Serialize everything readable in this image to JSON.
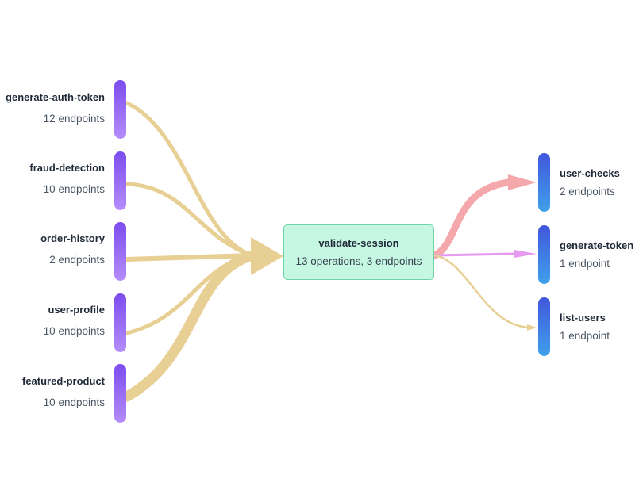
{
  "sources": [
    {
      "name": "generate-auth-token",
      "detail": "12 endpoints"
    },
    {
      "name": "fraud-detection",
      "detail": "10 endpoints"
    },
    {
      "name": "order-history",
      "detail": "2 endpoints"
    },
    {
      "name": "user-profile",
      "detail": "10 endpoints"
    },
    {
      "name": "featured-product",
      "detail": "10 endpoints"
    }
  ],
  "center": {
    "name": "validate-session",
    "detail": "13 operations, 3 endpoints"
  },
  "targets": [
    {
      "name": "user-checks",
      "detail": "2 endpoints"
    },
    {
      "name": "generate-token",
      "detail": "1 endpoint"
    },
    {
      "name": "list-users",
      "detail": "1 endpoint"
    }
  ],
  "colors": {
    "source_bar": "#8b5cf6",
    "target_bar": "#3b82f6",
    "inflow": "#e8cf94",
    "flow_user_checks": "#f5a8ac",
    "flow_generate_token": "#e59af0",
    "flow_list_users": "#e8cf94",
    "center_fill": "#c6f7e2",
    "center_border": "#6fd3a8"
  }
}
